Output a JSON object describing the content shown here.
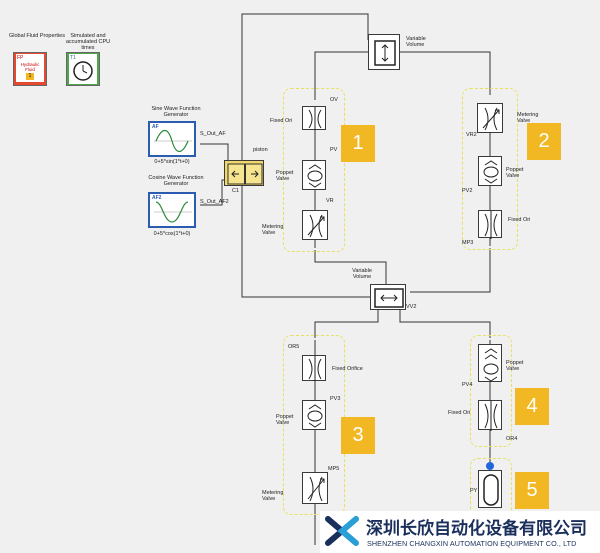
{
  "global": {
    "fluid_label": "Global Fluid Properties",
    "fluid_icon_tag": "FP",
    "fluid_icon_text": "Hydraulic Fluid",
    "fluid_icon_num": "1",
    "cpu_label": "Simulated and accumulated CPU times",
    "cpu_icon_tag": "T1"
  },
  "functions": {
    "sine": {
      "title": "Sine Wave Function Generator",
      "tag": "AF",
      "port": "S_Out_AF",
      "formula": "0+5*sin(1*t+0)"
    },
    "cosine": {
      "title": "Cosine Wave Function Generator",
      "tag": "AF2",
      "port": "S_Out_AF2",
      "formula": "0+5*cos(1*t+0)"
    }
  },
  "piston": {
    "label": "piston",
    "id": "C1"
  },
  "volumes": {
    "top": {
      "label": "Variable Volume"
    },
    "middle": {
      "label": "Variable Volume",
      "id": "VV2"
    }
  },
  "components": {
    "g1_port": "OV",
    "g1_orifice": "Fixed Ori",
    "g1_pv_port": "PV",
    "g1_poppet": "Poppet Valve",
    "g1_vr_port": "VR",
    "g1_metering": "Metering Valve",
    "g2_metering": "Metering Valve",
    "g2_vr_port": "VR2",
    "g2_poppet": "Poppet Valve",
    "g2_pv_port": "PV2",
    "g2_orifice": "Fixed Ori",
    "g2_mp_port": "MP3",
    "g3_port": "OR5",
    "g3_orifice": "Fixed Orifice",
    "g3_pv_port": "PV3",
    "g3_poppet": "Poppet Valve",
    "g3_mp_port": "MP5",
    "g3_metering": "Metering Valve",
    "g4_poppet": "Poppet Valve",
    "g4_pv_port": "PV4",
    "g4_orifice": "Fixed Ori",
    "g4_port": "OR4",
    "g5_port": "PY"
  },
  "tiles": [
    "1",
    "2",
    "3",
    "4",
    "5"
  ],
  "company": {
    "name_cn": "深圳长欣自动化设备有限公司",
    "name_en": "SHENZHEN CHANGXIN AUTOMATION EQUIPMENT CO., LTD"
  },
  "colors": {
    "tile": "#f2b823",
    "group_border": "#e8e060",
    "wire": "#333333",
    "func_border": "#2a5db0",
    "logo_dark": "#1a2f5c",
    "logo_light": "#2a9fd6"
  }
}
